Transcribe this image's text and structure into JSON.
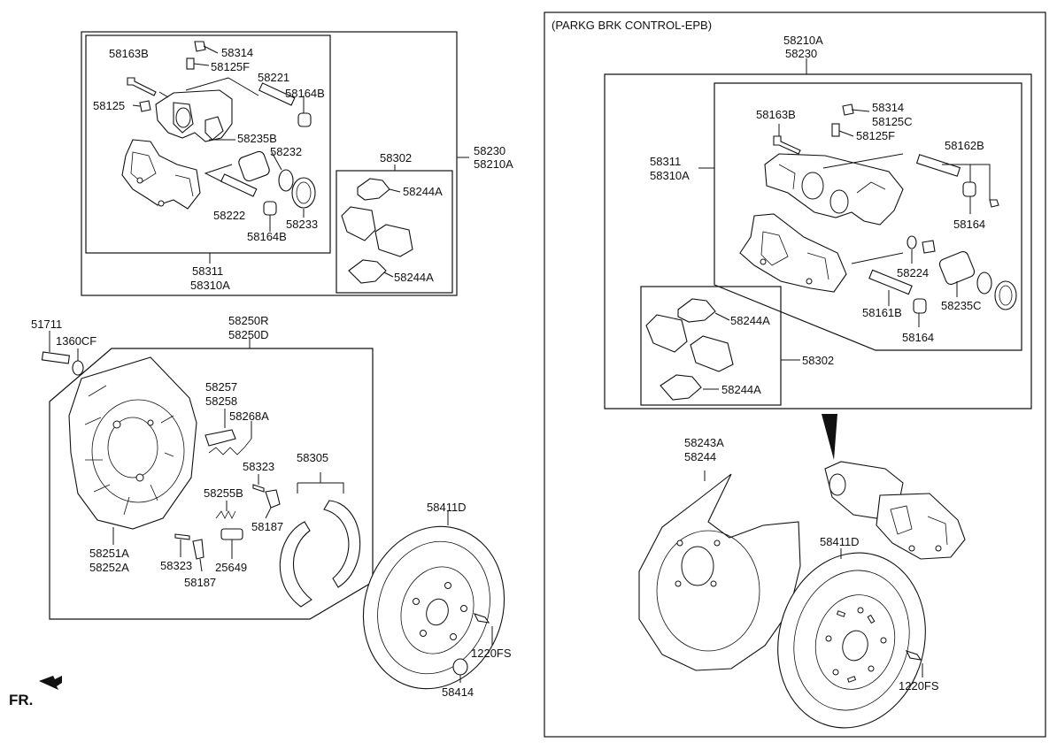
{
  "epb_header": "(PARKG BRK CONTROL-EPB)",
  "front_indicator": "FR.",
  "left": {
    "caliper_assy": [
      "58230",
      "58210A"
    ],
    "caliper_body": [
      "58311",
      "58310A"
    ],
    "pad_kit": "58302",
    "backing_plate": [
      "58250R",
      "58250D"
    ],
    "parts": {
      "p58163B": "58163B",
      "p58314": "58314",
      "p58125F": "58125F",
      "p58221": "58221",
      "p58164B_top": "58164B",
      "p58125": "58125",
      "p58235B": "58235B",
      "p58232": "58232",
      "p58222": "58222",
      "p58233": "58233",
      "p58164B_bottom": "58164B",
      "p58244A_top": "58244A",
      "p58244A_bottom": "58244A",
      "p51711": "51711",
      "p1360CF": "1360CF",
      "p58257": "58257",
      "p58258": "58258",
      "p58268A": "58268A",
      "p58323_top": "58323",
      "p58305": "58305",
      "p58255B": "58255B",
      "p58187_top": "58187",
      "p58251A": "58251A",
      "p58252A": "58252A",
      "p58323_bottom": "58323",
      "p58187_bottom": "58187",
      "p25649": "25649",
      "p58411D": "58411D",
      "p1220FS": "1220FS",
      "p58414": "58414"
    }
  },
  "right": {
    "caliper_assy": [
      "58210A",
      "58230"
    ],
    "caliper_body": [
      "58311",
      "58310A"
    ],
    "pad_kit": "58302",
    "parts": {
      "p58163B": "58163B",
      "p58314": "58314",
      "p58125C": "58125C",
      "p58125F": "58125F",
      "p58162B": "58162B",
      "p58164_top": "58164",
      "p58224": "58224",
      "p58235C": "58235C",
      "p58161B": "58161B",
      "p58164_bottom": "58164",
      "p58244A_top": "58244A",
      "p58244A_bottom": "58244A",
      "p58243A": "58243A",
      "p58244": "58244",
      "p58411D": "58411D",
      "p1220FS": "1220FS"
    }
  }
}
